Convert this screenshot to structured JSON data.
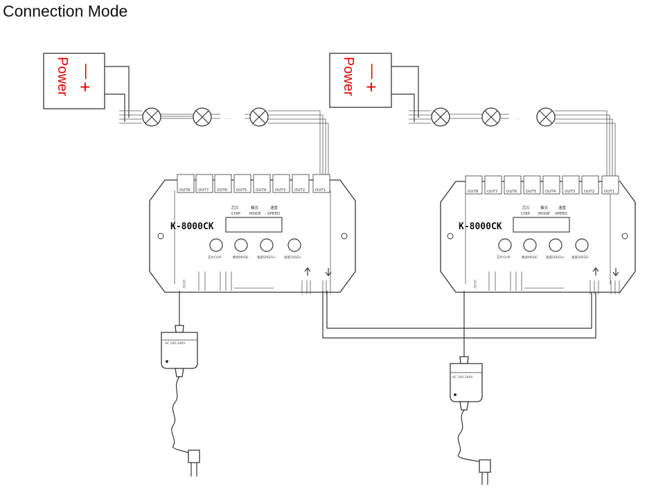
{
  "title": "Connection Mode",
  "power_supplies": [
    {
      "label": "Power",
      "minus": "—",
      "plus": "+"
    },
    {
      "label": "Power",
      "minus": "—",
      "plus": "+"
    }
  ],
  "controllers": [
    {
      "model": "K-8000CK",
      "outputs": [
        "OUT8",
        "OUT7",
        "OUT6",
        "OUT5",
        "OUT4",
        "OUT3",
        "OUT2",
        "OUT1"
      ],
      "display_labels": [
        {
          "cn": "芯片",
          "en": "CHIP"
        },
        {
          "cn": "模式",
          "en": "MODE"
        },
        {
          "cn": "速度",
          "en": "SPEED"
        }
      ],
      "buttons": [
        "芯片CHIP",
        "模式MODE",
        "速度SPEED+",
        "速度SPEED-"
      ],
      "dc_label": "DC5V",
      "adapter_label": "AC 100-240V"
    },
    {
      "model": "K-8000CK",
      "outputs": [
        "OUT8",
        "OUT7",
        "OUT6",
        "OUT5",
        "OUT4",
        "OUT3",
        "OUT2",
        "OUT1"
      ],
      "display_labels": [
        {
          "cn": "芯片",
          "en": "CHIP"
        },
        {
          "cn": "模式",
          "en": "MODE"
        },
        {
          "cn": "速度",
          "en": "SPEED"
        }
      ],
      "buttons": [
        "芯片CHIP",
        "模式MODE",
        "速度SPEED+",
        "速度SPEED-"
      ],
      "dc_label": "DC5V",
      "adapter_label": "AC 100-240V"
    }
  ],
  "ellipsis": "......",
  "colors": {
    "power_text": "#e00000",
    "line": "#333333"
  }
}
